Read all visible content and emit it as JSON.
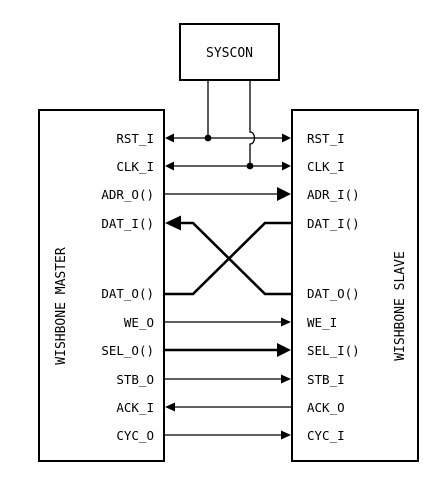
{
  "syscon": {
    "label": "SYSCON"
  },
  "master": {
    "title": "WISHBONE MASTER",
    "signals": [
      "RST_I",
      "CLK_I",
      "ADR_O()",
      "DAT_I()",
      "DAT_O()",
      "WE_O",
      "SEL_O()",
      "STB_O",
      "ACK_I",
      "CYC_O"
    ]
  },
  "slave": {
    "title": "WISHBONE SLAVE",
    "signals": [
      "RST_I",
      "CLK_I",
      "ADR_I()",
      "DAT_I()",
      "DAT_O()",
      "WE_I",
      "SEL_I()",
      "STB_I",
      "ACK_O",
      "CYC_I"
    ]
  },
  "connections": [
    {
      "from": "SYSCON",
      "to": "RST_I (master & slave)",
      "type": "wire"
    },
    {
      "from": "SYSCON",
      "to": "CLK_I (master & slave)",
      "type": "wire"
    },
    {
      "from": "ADR_O()",
      "to": "ADR_I()",
      "type": "bus"
    },
    {
      "from": "DAT_O() (slave)",
      "to": "DAT_I() (master)",
      "type": "bus"
    },
    {
      "from": "DAT_O() (master)",
      "to": "DAT_I() (slave)",
      "type": "bus"
    },
    {
      "from": "WE_O",
      "to": "WE_I",
      "type": "wire"
    },
    {
      "from": "SEL_O()",
      "to": "SEL_I()",
      "type": "bus"
    },
    {
      "from": "STB_O",
      "to": "STB_I",
      "type": "wire"
    },
    {
      "from": "ACK_O",
      "to": "ACK_I",
      "type": "wire"
    },
    {
      "from": "CYC_O",
      "to": "CYC_I",
      "type": "wire"
    }
  ]
}
